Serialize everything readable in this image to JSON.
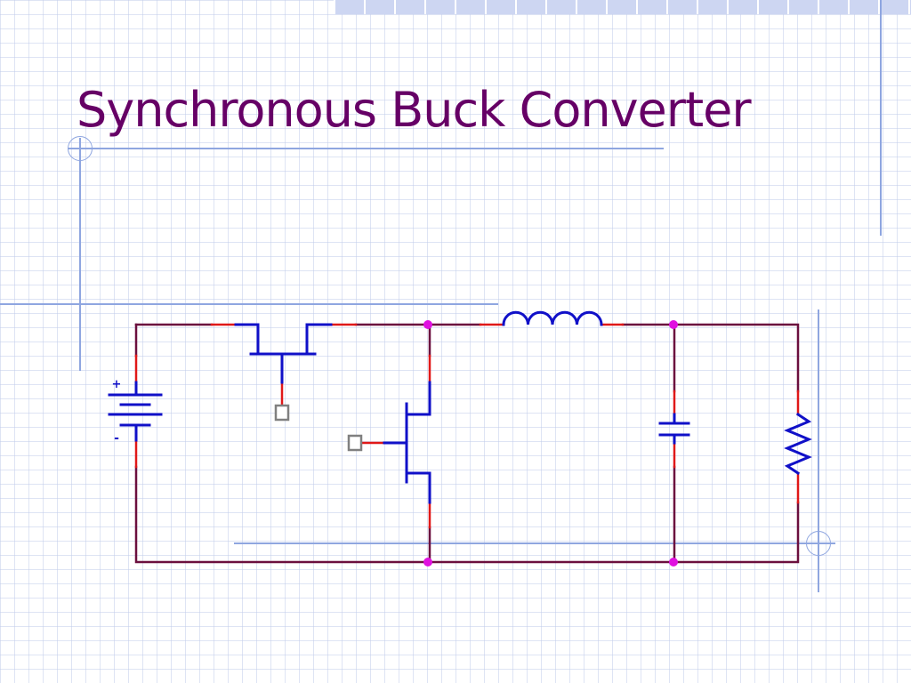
{
  "slide": {
    "title": "Synchronous Buck Converter",
    "title_color": "#660066"
  },
  "circuit": {
    "wire_color": "#6b0f3e",
    "component_color": "#1010c8",
    "lead_color": "#e01818",
    "node_color": "#e010e0",
    "gate_terminal_color": "#808080",
    "battery": {
      "plus_label": "+",
      "minus_label": "-"
    },
    "components": [
      "battery",
      "high-side-mosfet",
      "low-side-mosfet",
      "inductor",
      "capacitor",
      "load-resistor"
    ]
  },
  "decor": {
    "grid_color": "#c3cdeb",
    "accent_line_color": "#8fa6e0",
    "band_color": "#cdd6f2"
  }
}
